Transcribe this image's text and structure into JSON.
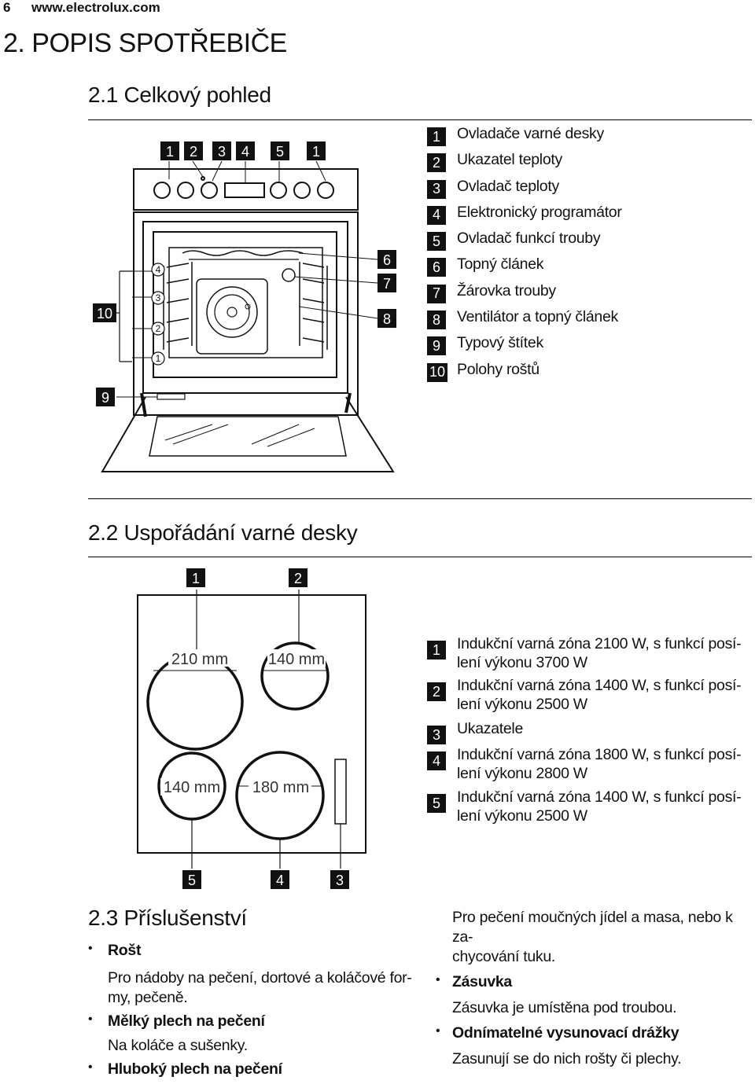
{
  "header": {
    "page_number": "6",
    "site": "www.electrolux.com"
  },
  "section_title": "2. POPIS SPOTŘEBIČE",
  "s21": {
    "title": "2.1 Celkový pohled",
    "diagram_labels": {
      "top": [
        "1",
        "2",
        "3",
        "4",
        "5",
        "1"
      ],
      "right": [
        "6",
        "7",
        "8"
      ],
      "left_group": "10",
      "shelves": [
        "4",
        "3",
        "2",
        "1"
      ],
      "plate": "9"
    },
    "legend": [
      {
        "n": "1",
        "text": "Ovladače varné desky"
      },
      {
        "n": "2",
        "text": "Ukazatel teploty"
      },
      {
        "n": "3",
        "text": "Ovladač teploty"
      },
      {
        "n": "4",
        "text": "Elektronický programátor"
      },
      {
        "n": "5",
        "text": "Ovladač funkcí trouby"
      },
      {
        "n": "6",
        "text": "Topný článek"
      },
      {
        "n": "7",
        "text": "Žárovka trouby"
      },
      {
        "n": "8",
        "text": "Ventilátor a topný článek"
      },
      {
        "n": "9",
        "text": "Typový štítek"
      },
      {
        "n": "10",
        "text": "Polohy roštů"
      }
    ]
  },
  "s22": {
    "title": "2.2 Uspořádání varné desky",
    "diagram_labels": {
      "top": [
        "1",
        "2"
      ],
      "bottom": [
        "5",
        "4",
        "3"
      ],
      "zones": [
        "210 mm",
        "140 mm",
        "140 mm",
        "180 mm"
      ]
    },
    "legend": [
      {
        "n": "1",
        "line1": "Indukční varná zóna 2100 W, s funkcí posí-",
        "line2": "lení výkonu 3700 W"
      },
      {
        "n": "2",
        "line1": "Indukční varná zóna 1400 W, s funkcí posí-",
        "line2": "lení výkonu 2500 W"
      },
      {
        "n": "3",
        "line1": "Ukazatele",
        "line2": ""
      },
      {
        "n": "4",
        "line1": "Indukční varná zóna 1800 W, s funkcí posí-",
        "line2": "lení výkonu 2800 W"
      },
      {
        "n": "5",
        "line1": "Indukční varná zóna 1400 W, s funkcí posí-",
        "line2": "lení výkonu 2500 W"
      }
    ]
  },
  "s23": {
    "title": "2.3 Příslušenství",
    "bullet": "•",
    "left": [
      {
        "title": "Rošt",
        "line1": "Pro nádoby na pečení, dortové a koláčové for-",
        "line2": "my, pečeně."
      },
      {
        "title": "Mělký plech na pečení",
        "line1": "Na koláče a sušenky.",
        "line2": ""
      },
      {
        "title": "Hluboký plech na pečení",
        "line1": "",
        "line2": ""
      }
    ],
    "right_intro": [
      "Pro pečení moučných jídel a masa, nebo k za-",
      "chycování tuku."
    ],
    "right": [
      {
        "title": "Zásuvka",
        "text": "Zásuvka je umístěna pod troubou."
      },
      {
        "title": "Odnímatelné vysunovací drážky",
        "text": "Zasunují se do nich rošty či plechy."
      }
    ]
  }
}
